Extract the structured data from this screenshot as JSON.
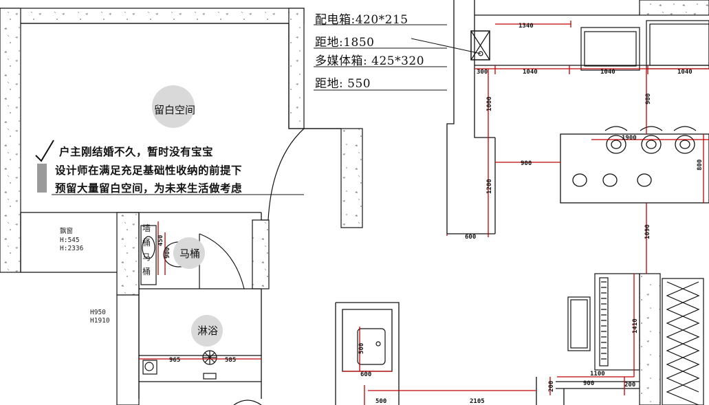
{
  "title": "",
  "panel_notes": {
    "line1": "配电箱:420*215",
    "line2": "距地:1850",
    "line3": "多媒体箱: 425*320",
    "line4": "距地: 550"
  },
  "room_markers": {
    "blank_space": "留白空间",
    "toilet": "马桶",
    "shower": "淋浴"
  },
  "design_note": {
    "line1": "户主刚结婚不久，暂时没有宝宝",
    "line2": "设计师在满足充足基础性收纳的前提下",
    "line3": "预留大量留白空间，为未来生活做考虑"
  },
  "bay_window": {
    "label": "飘窗",
    "h1": "H:545",
    "h2": "H:2336"
  },
  "window_heights": {
    "h1": "H950",
    "h2": "H1910"
  },
  "wall_label": {
    "c1": "墙",
    "c2": "桶",
    "c3": "马",
    "c4": "桶"
  },
  "dimensions": {
    "d1340": "1340",
    "d300": "300",
    "d1040a": "1040",
    "d1040b": "1040",
    "d1040c": "1040",
    "d900top": "900",
    "d1000": "1000",
    "d1900": "1900",
    "d800": "800",
    "d900mid": "900",
    "d1200": "1200",
    "d600left": "600",
    "d1090": "1090",
    "d450": "450",
    "d900wc": "900",
    "d965": "965",
    "d585": "585",
    "d500sink": "500",
    "d600sink": "600",
    "d1410": "1410",
    "d1100": "1100",
    "d900bot": "900",
    "d200a": "200",
    "d200b": "200",
    "d500bot": "500",
    "d2105": "2105"
  }
}
